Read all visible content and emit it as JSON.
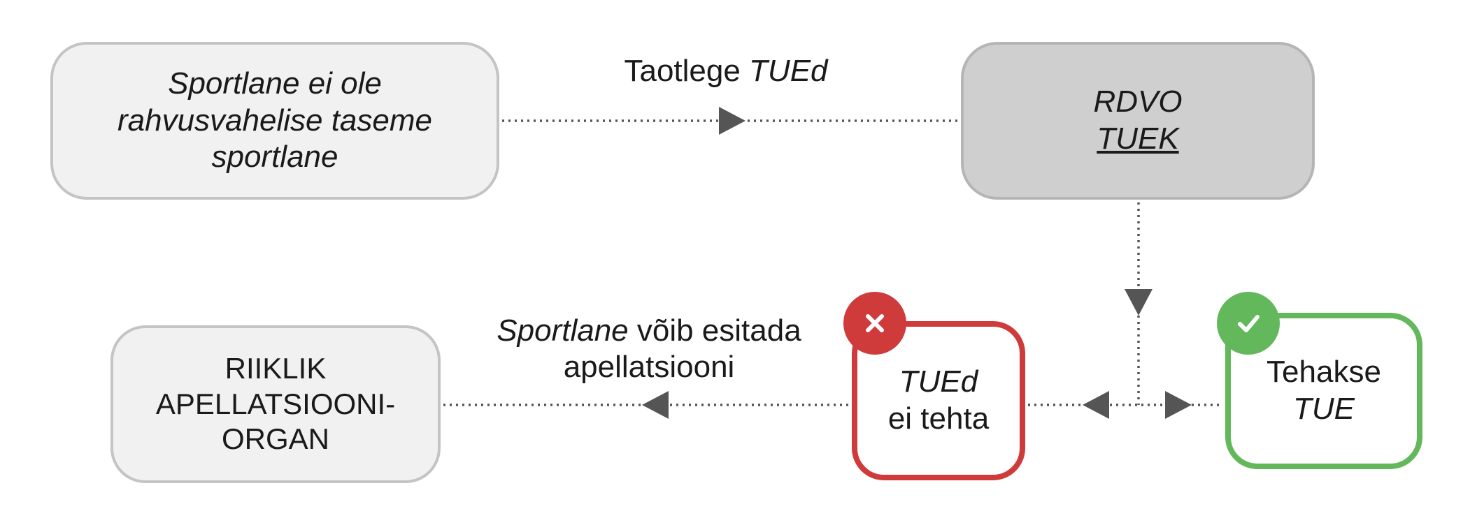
{
  "nodes": {
    "athlete": {
      "lines": [
        "Sportlane ei ole",
        "rahvusvahelise taseme",
        "sportlane"
      ]
    },
    "rdvo": {
      "line1": "RDVO",
      "line2": "TUEK"
    },
    "appeal_body": {
      "lines": [
        "RIIKLIK",
        "APELLATSIOONI-",
        "ORGAN"
      ]
    },
    "tue_denied": {
      "line1": "TUEd",
      "line2": "ei tehta",
      "status_icon": "close-icon",
      "color": "#cf3b3b"
    },
    "tue_granted": {
      "line1": "Tehakse",
      "line2": "TUE",
      "status_icon": "check-icon",
      "color": "#62b85a"
    }
  },
  "edges": {
    "apply": {
      "plain": "Taotlege ",
      "emph": "TUEd"
    },
    "appeal": {
      "emph": "Sportlane",
      "rest": " võib esitada",
      "line2": "apellatsiooni"
    }
  },
  "colors": {
    "connector": "#555555",
    "neutral_fill": "#f1f1f1",
    "decision_fill": "#cfcfcf",
    "denied": "#cf3b3b",
    "granted": "#62b85a"
  }
}
